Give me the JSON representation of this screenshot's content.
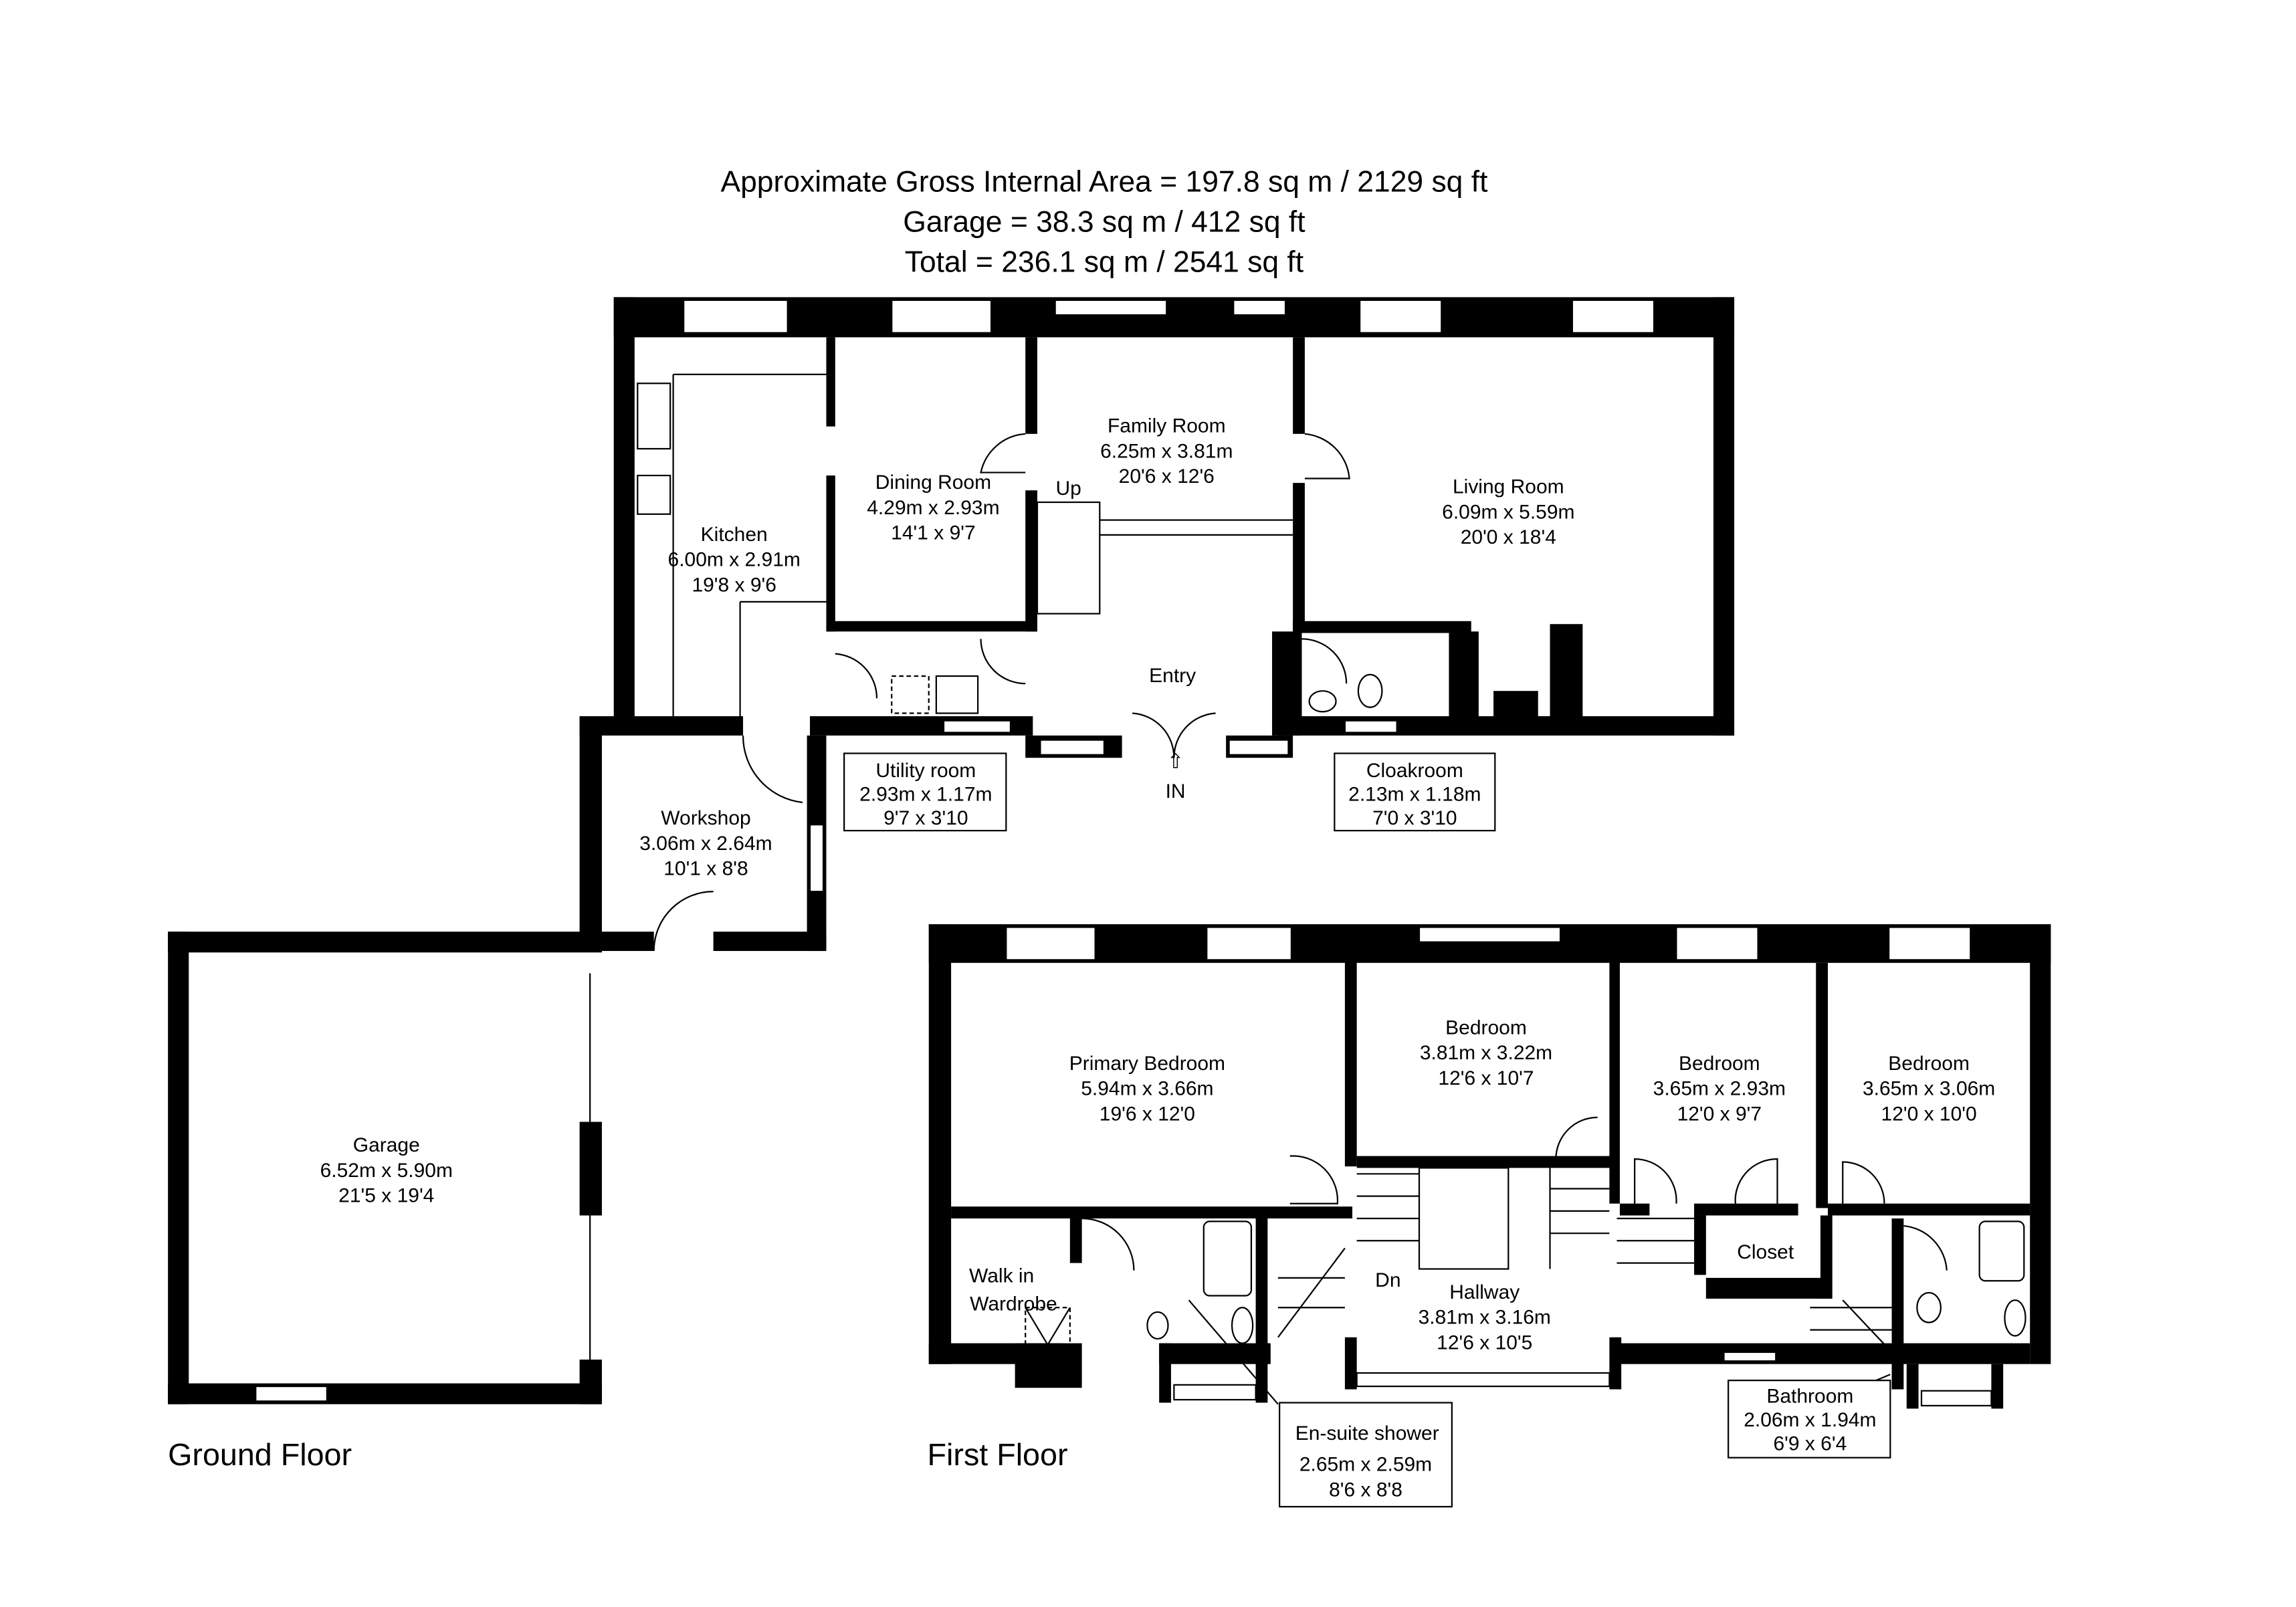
{
  "header": {
    "gross_internal_area": "Approximate Gross Internal Area = 197.8 sq m / 2129 sq ft",
    "garage_area": "Garage = 38.3 sq m / 412 sq ft",
    "total_area": "Total = 236.1 sq m / 2541 sq ft"
  },
  "ground_floor": {
    "label": "Ground Floor",
    "entrance_label": "IN",
    "stairs_label": "Up",
    "rooms": {
      "kitchen": {
        "name": "Kitchen",
        "metric": "6.00m x 2.91m",
        "imperial": "19'8 x 9'6"
      },
      "dining": {
        "name": "Dining Room",
        "metric": "4.29m x 2.93m",
        "imperial": "14'1 x 9'7"
      },
      "family": {
        "name": "Family Room",
        "metric": "6.25m x 3.81m",
        "imperial": "20'6 x 12'6"
      },
      "living": {
        "name": "Living Room",
        "metric": "6.09m x 5.59m",
        "imperial": "20'0 x 18'4"
      },
      "entry": {
        "name": "Entry"
      },
      "utility": {
        "name": "Utility room",
        "metric": "2.93m x 1.17m",
        "imperial": "9'7 x 3'10"
      },
      "cloakroom": {
        "name": "Cloakroom",
        "metric": "2.13m x 1.18m",
        "imperial": "7'0 x 3'10"
      },
      "workshop": {
        "name": "Workshop",
        "metric": "3.06m x 2.64m",
        "imperial": "10'1 x 8'8"
      },
      "garage": {
        "name": "Garage",
        "metric": "6.52m x 5.90m",
        "imperial": "21'5 x 19'4"
      }
    }
  },
  "first_floor": {
    "label": "First Floor",
    "stairs_label": "Dn",
    "rooms": {
      "primary": {
        "name": "Primary Bedroom",
        "metric": "5.94m x 3.66m",
        "imperial": "19'6 x 12'0"
      },
      "bedroom2": {
        "name": "Bedroom",
        "metric": "3.81m x 3.22m",
        "imperial": "12'6 x 10'7"
      },
      "bedroom3": {
        "name": "Bedroom",
        "metric": "3.65m x 2.93m",
        "imperial": "12'0 x 9'7"
      },
      "bedroom4": {
        "name": "Bedroom",
        "metric": "3.65m x 3.06m",
        "imperial": "12'0 x 10'0"
      },
      "wardrobe": {
        "name_line1": "Walk in",
        "name_line2": "Wardrobe"
      },
      "closet": {
        "name": "Closet"
      },
      "hallway": {
        "name": "Hallway",
        "metric": "3.81m x 3.16m",
        "imperial": "12'6 x 10'5"
      },
      "ensuite": {
        "name": "En-suite shower",
        "metric": "2.65m x 2.59m",
        "imperial": "8'6 x 8'8"
      },
      "bathroom": {
        "name": "Bathroom",
        "metric": "2.06m x 1.94m",
        "imperial": "6'9 x 6'4"
      }
    }
  }
}
